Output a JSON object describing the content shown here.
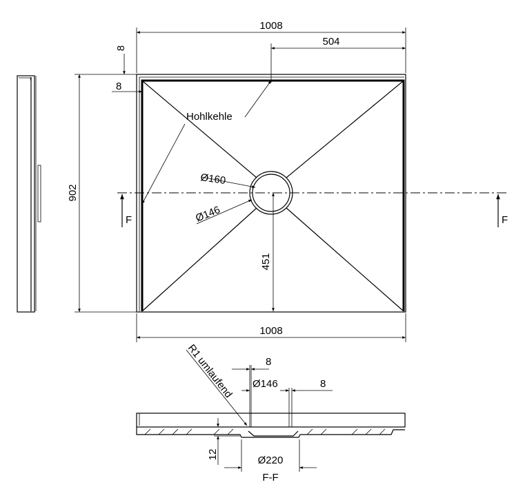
{
  "top_view": {
    "dim_width_top": "1008",
    "dim_half_width": "504",
    "dim_rim_vertical": "8",
    "dim_rim_horizontal": "8",
    "dim_depth": "902",
    "label_cove": "Hohlkehle",
    "dim_drain_outer": "Ø160",
    "dim_drain_inner": "Ø146",
    "dim_drain_offset": "451",
    "dim_width_bottom": "1008",
    "section_mark_left": "F",
    "section_mark_right": "F"
  },
  "section_view": {
    "label_radius": "R1 umlaufend",
    "dim_wall_left": "8",
    "dim_drain_inner": "Ø146",
    "dim_wall_right": "8",
    "dim_height": "12",
    "dim_drain_outer": "Ø220",
    "title": "F-F"
  }
}
